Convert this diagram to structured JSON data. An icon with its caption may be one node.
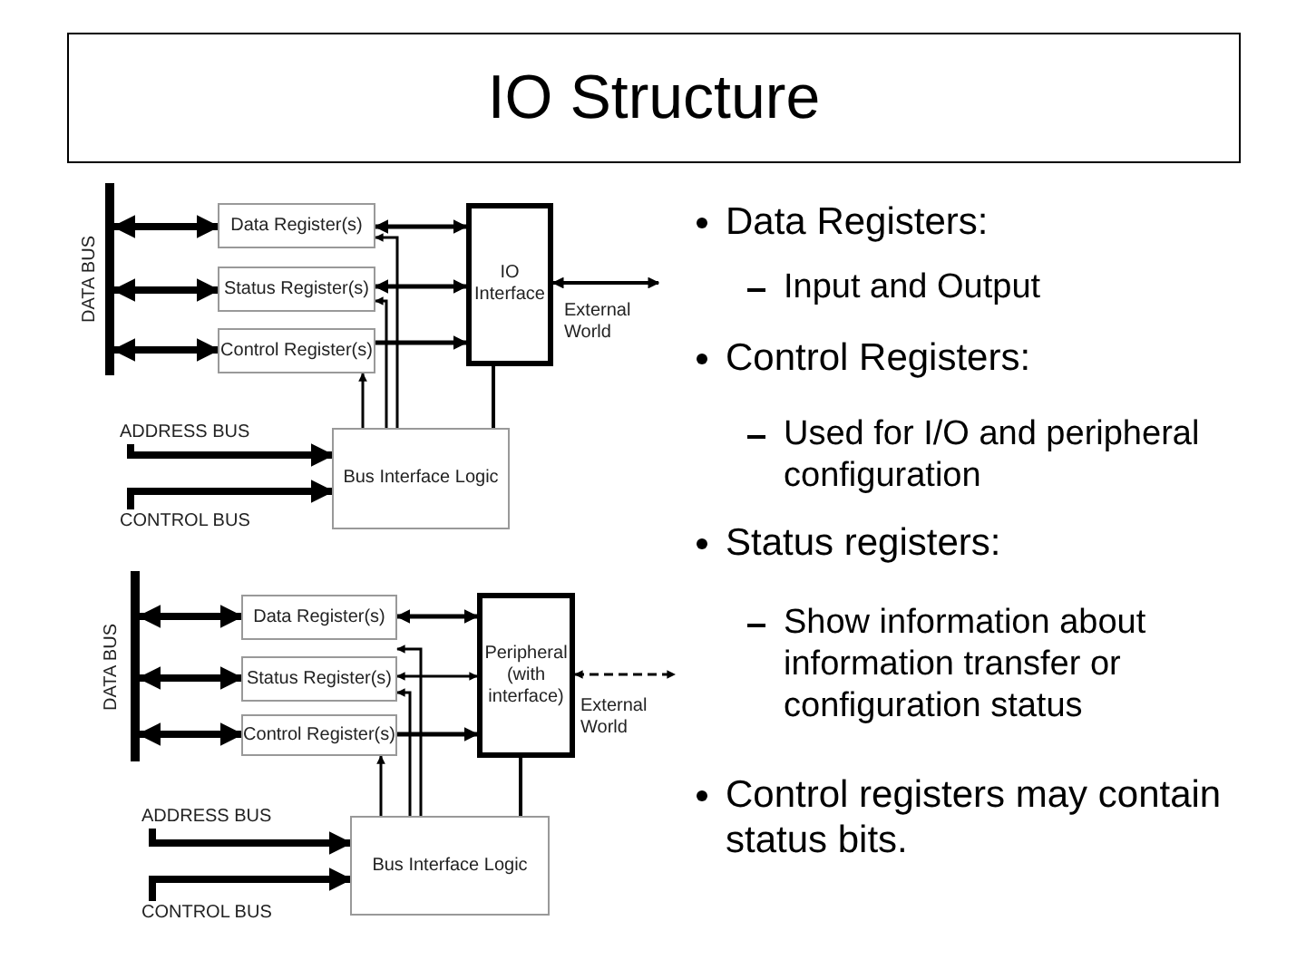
{
  "diagram": {
    "title": "IO Structure",
    "nodes": [
      {
        "text": [
          "DATA BUS"
        ]
      },
      {
        "text": [
          "Data Register(s)"
        ]
      },
      {
        "text": [
          "Status Register(s)"
        ]
      },
      {
        "text": [
          "Control Register(s)"
        ]
      },
      {
        "text": [
          "IO Interface"
        ]
      },
      {
        "text": [
          "External World"
        ]
      },
      {
        "text": [
          "ADDRESS BUS"
        ]
      },
      {
        "text": [
          "CONTROL BUS"
        ]
      },
      {
        "text": [
          "Bus Interface Logic"
        ]
      },
      {
        "text": [
          "DATA BUS"
        ]
      },
      {
        "text": [
          "Data Register(s)"
        ]
      },
      {
        "text": [
          "Status Register(s)"
        ]
      },
      {
        "text": [
          "Control Register(s)"
        ]
      },
      {
        "text": [
          "Peripheral (with interface)"
        ]
      },
      {
        "text": [
          "External World"
        ]
      },
      {
        "text": [
          "ADDRESS BUS"
        ]
      },
      {
        "text": [
          "CONTROL BUS"
        ]
      },
      {
        "text": [
          "Bus Interface Logic"
        ]
      }
    ],
    "edges": [
      {
        "from": 0,
        "to": 1,
        "arrow": "both"
      },
      {
        "from": 0,
        "to": 2,
        "arrow": "both"
      },
      {
        "from": 0,
        "to": 3,
        "arrow": "both"
      },
      {
        "from": 1,
        "to": 4,
        "arrow": "both"
      },
      {
        "from": 2,
        "to": 4,
        "arrow": "both"
      },
      {
        "from": 3,
        "to": 4,
        "arrow": "to"
      },
      {
        "from": 4,
        "to": 5,
        "arrow": "both"
      },
      {
        "from": 6,
        "to": 8,
        "arrow": "to"
      },
      {
        "from": 7,
        "to": 8,
        "arrow": "to"
      },
      {
        "from": 8,
        "to": 1,
        "arrow": "to"
      },
      {
        "from": 8,
        "to": 2,
        "arrow": "to"
      },
      {
        "from": 8,
        "to": 3,
        "arrow": "to"
      },
      {
        "from": 8,
        "to": 4,
        "arrow": "none"
      },
      {
        "from": 9,
        "to": 10,
        "arrow": "both"
      },
      {
        "from": 9,
        "to": 11,
        "arrow": "both"
      },
      {
        "from": 9,
        "to": 12,
        "arrow": "both"
      },
      {
        "from": 10,
        "to": 13,
        "arrow": "both"
      },
      {
        "from": 11,
        "to": 13,
        "arrow": "both"
      },
      {
        "from": 12,
        "to": 13,
        "arrow": "to"
      },
      {
        "from": 13,
        "to": 14,
        "arrow": "both",
        "style": "dashed"
      },
      {
        "from": 15,
        "to": 17,
        "arrow": "to"
      },
      {
        "from": 16,
        "to": 17,
        "arrow": "to"
      },
      {
        "from": 17,
        "to": 10,
        "arrow": "to"
      },
      {
        "from": 17,
        "to": 11,
        "arrow": "to"
      },
      {
        "from": 17,
        "to": 12,
        "arrow": "to"
      },
      {
        "from": 17,
        "to": 13,
        "arrow": "none"
      }
    ],
    "labels": [
      "Data Registers:",
      "Input and Output",
      "Control Registers:",
      "Used for  I/O and peripheral configuration",
      "Status registers:",
      "Show information about information transfer or configuration status",
      "Control registers may contain status bits."
    ]
  }
}
